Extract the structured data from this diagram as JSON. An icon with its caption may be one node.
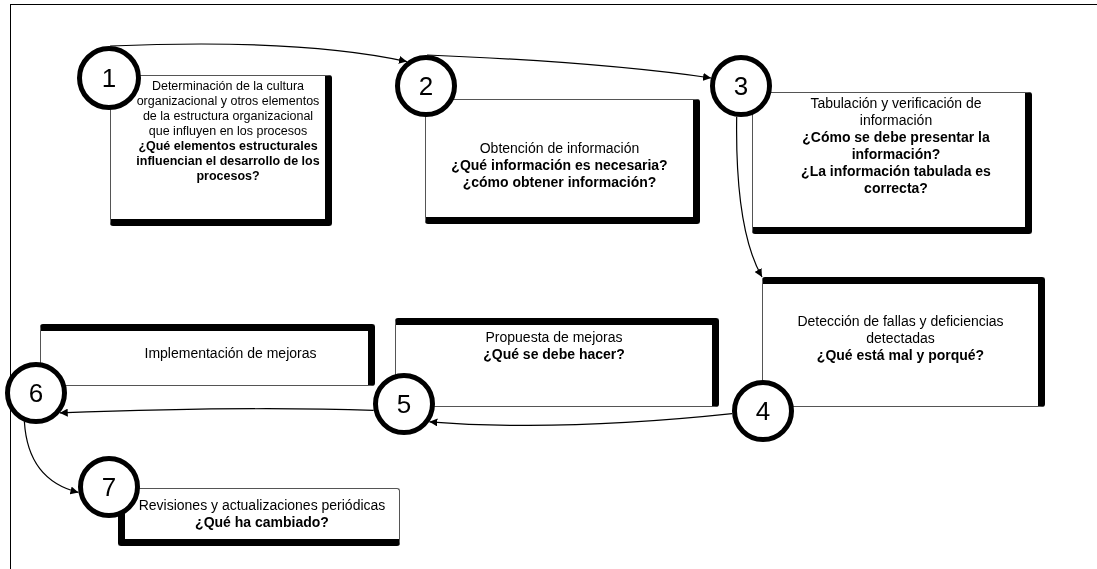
{
  "diagram": {
    "nodes": [
      {
        "text": [
          "1"
        ]
      },
      {
        "text": [
          "Determinación de la cultura organizacional y otros elementos de la estructura organizacional que influyen en los procesos",
          "¿Qué elementos estructurales influencian el desarrollo de los procesos?"
        ]
      },
      {
        "text": [
          "2"
        ]
      },
      {
        "text": [
          "Obtención de información",
          "¿Qué información es necesaria?",
          "¿cómo obtener información?"
        ]
      },
      {
        "text": [
          "3"
        ]
      },
      {
        "text": [
          "Tabulación y verificación de información",
          "¿Cómo se debe presentar la información?",
          "¿La información tabulada es correcta?"
        ]
      },
      {
        "text": [
          "4"
        ]
      },
      {
        "text": [
          "Detección de fallas y deficiencias detectadas",
          "¿Qué está mal y porqué?"
        ]
      },
      {
        "text": [
          "5"
        ]
      },
      {
        "text": [
          "Propuesta de mejoras",
          "¿Qué se debe hacer?"
        ]
      },
      {
        "text": [
          "6"
        ]
      },
      {
        "text": [
          "Implementación de mejoras"
        ]
      },
      {
        "text": [
          "7"
        ]
      },
      {
        "text": [
          "Revisiones y actualizaciones periódicas",
          "¿Qué ha cambiado?"
        ]
      }
    ],
    "edges": [
      {
        "from": 0,
        "to": 2,
        "arrow": "to"
      },
      {
        "from": 2,
        "to": 4,
        "arrow": "to"
      },
      {
        "from": 4,
        "to": 7,
        "arrow": "to"
      },
      {
        "from": 6,
        "to": 8,
        "arrow": "to"
      },
      {
        "from": 8,
        "to": 10,
        "arrow": "to"
      },
      {
        "from": 10,
        "to": 12,
        "arrow": "to"
      }
    ]
  }
}
